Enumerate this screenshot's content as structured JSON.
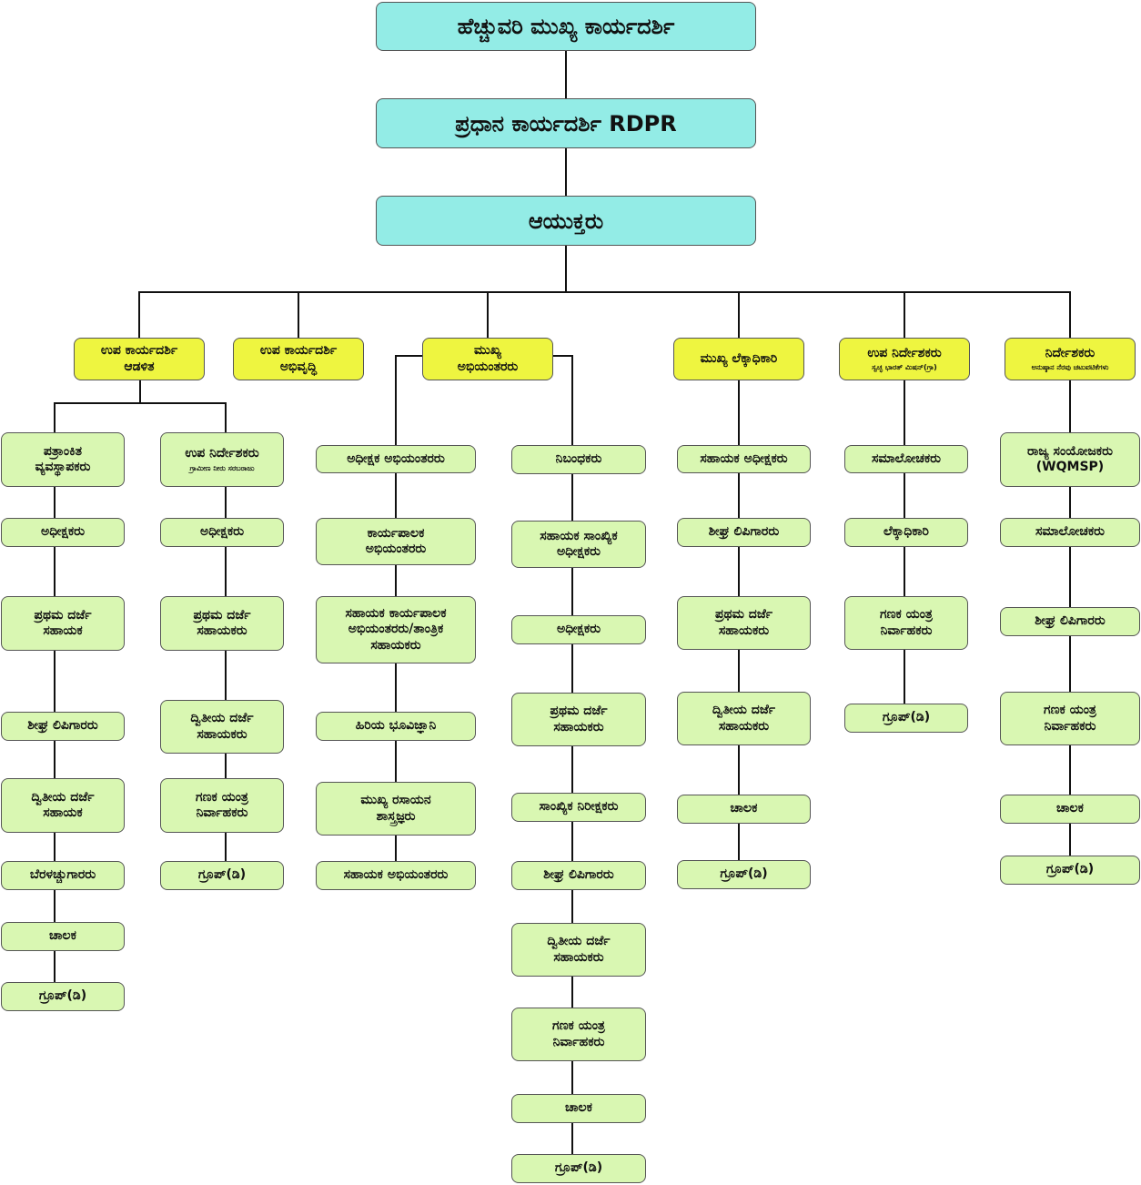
{
  "top": [
    "ಹೆಚ್ಚುವರಿ ಮುಖ್ಯ ಕಾರ್ಯದರ್ಶಿ",
    "ಪ್ರಧಾನ ಕಾರ್ಯದರ್ಶಿ RDPR",
    "ಆಯುಕ್ತರು"
  ],
  "level2": [
    {
      "label": "ಉಪ ಕಾರ್ಯದರ್ಶಿ\nಆಡಳಿತ"
    },
    {
      "label": "ಉಪ ಕಾರ್ಯದರ್ಶಿ\nಅಭಿವೃದ್ಧಿ"
    },
    {
      "label": "ಮುಖ್ಯ\nಅಭಿಯಂತರರು"
    },
    {
      "label": "ಮುಖ್ಯ ಲೆಕ್ಕಾಧಿಕಾರಿ"
    },
    {
      "label": "ಉಪ ನಿರ್ದೇಶಕರು",
      "sub": "ಸ್ವಚ್ಛ ಭಾರತ್ ಮಿಷನ್(ಗ್ರಾ)"
    },
    {
      "label": "ನಿರ್ದೇಶಕರು",
      "sub": "ಅನುಷ್ಠಾನ ನೆರವು ಚಟುವಟಿಕೆಗಳು"
    }
  ],
  "columns": [
    [
      {
        "label": "ಪತ್ರಾಂಕಿತ\nವ್ಯವಸ್ಥಾಪಕರು"
      },
      {
        "label": "ಅಧೀಕ್ಷಕರು"
      },
      {
        "label": "ಪ್ರಥಮ ದರ್ಜೆ\nಸಹಾಯಕ"
      },
      {
        "label": "ಶೀಘ್ರ ಲಿಪಿಗಾರರು"
      },
      {
        "label": "ದ್ವಿತೀಯ ದರ್ಜೆ\nಸಹಾಯಕ"
      },
      {
        "label": "ಬೆರಳಚ್ಚುಗಾರರು"
      },
      {
        "label": "ಚಾಲಕ"
      },
      {
        "label": "ಗ್ರೂಪ್(ಡಿ)"
      }
    ],
    [
      {
        "label": "ಉಪ ನಿರ್ದೇಶಕರು",
        "sub": "ಗ್ರಾಮೀಣ ನೀರು ಸರಬರಾಜು"
      },
      {
        "label": "ಅಧೀಕ್ಷಕರು"
      },
      {
        "label": "ಪ್ರಥಮ ದರ್ಜೆ\nಸಹಾಯಕರು"
      },
      {
        "label": "ದ್ವಿತೀಯ ದರ್ಜೆ\nಸಹಾಯಕರು"
      },
      {
        "label": "ಗಣಕ ಯಂತ್ರ\nನಿರ್ವಾಹಕರು"
      },
      {
        "label": "ಗ್ರೂಪ್(ಡಿ)"
      }
    ],
    [
      {
        "label": "ಅಧೀಕ್ಷಕ ಅಭಿಯಂತರರು"
      },
      {
        "label": "ಕಾರ್ಯಪಾಲಕ\nಅಭಿಯಂತರರು"
      },
      {
        "label": "ಸಹಾಯಕ ಕಾರ್ಯಪಾಲಕ\nಅಭಿಯಂತರರು/ತಾಂತ್ರಿಕ\nಸಹಾಯಕರು"
      },
      {
        "label": "ಹಿರಿಯ ಭೂವಿಜ್ಞಾನಿ"
      },
      {
        "label": "ಮುಖ್ಯ ರಸಾಯನ\nಶಾಸ್ತ್ರಜ್ಞರು"
      },
      {
        "label": "ಸಹಾಯಕ ಅಭಿಯಂತರರು"
      }
    ],
    [
      {
        "label": "ನಿಬಂಧಕರು"
      },
      {
        "label": "ಸಹಾಯಕ ಸಾಂಖ್ಯಿಕ\nಅಧೀಕ್ಷಕರು"
      },
      {
        "label": "ಅಧೀಕ್ಷಕರು"
      },
      {
        "label": "ಪ್ರಥಮ ದರ್ಜೆ\nಸಹಾಯಕರು"
      },
      {
        "label": "ಸಾಂಖ್ಯಿಕ ನಿರೀಕ್ಷಕರು"
      },
      {
        "label": "ಶೀಘ್ರ ಲಿಪಿಗಾರರು"
      },
      {
        "label": "ದ್ವಿತೀಯ ದರ್ಜೆ\nಸಹಾಯಕರು"
      },
      {
        "label": "ಗಣಕ ಯಂತ್ರ\nನಿರ್ವಾಹಕರು"
      },
      {
        "label": "ಚಾಲಕ"
      },
      {
        "label": "ಗ್ರೂಪ್(ಡಿ)"
      }
    ],
    [
      {
        "label": "ಸಹಾಯಕ ಅಧೀಕ್ಷಕರು"
      },
      {
        "label": "ಶೀಘ್ರ ಲಿಪಿಗಾರರು"
      },
      {
        "label": "ಪ್ರಥಮ ದರ್ಜೆ\nಸಹಾಯಕರು"
      },
      {
        "label": "ದ್ವಿತೀಯ ದರ್ಜೆ\nಸಹಾಯಕರು"
      },
      {
        "label": "ಚಾಲಕ"
      },
      {
        "label": "ಗ್ರೂಪ್(ಡಿ)"
      }
    ],
    [
      {
        "label": "ಸಮಾಲೋಚಕರು"
      },
      {
        "label": "ಲೆಕ್ಕಾಧಿಕಾರಿ"
      },
      {
        "label": "ಗಣಕ ಯಂತ್ರ\nನಿರ್ವಾಹಕರು"
      },
      {
        "label": "ಗ್ರೂಪ್(ಡಿ)"
      }
    ],
    [
      {
        "label": "ರಾಜ್ಯ ಸಂಯೋಜಕರು\n(WQMSP)"
      },
      {
        "label": "ಸಮಾಲೋಚಕರು"
      },
      {
        "label": "ಶೀಘ್ರ ಲಿಪಿಗಾರರು"
      },
      {
        "label": "ಗಣಕ ಯಂತ್ರ\nನಿರ್ವಾಹಕರು"
      },
      {
        "label": "ಚಾಲಕ"
      },
      {
        "label": "ಗ್ರೂಪ್(ಡಿ)"
      }
    ]
  ],
  "colors": {
    "top": "#93ece6",
    "level2": "#eef540",
    "leaf": "#d9f7b2"
  }
}
